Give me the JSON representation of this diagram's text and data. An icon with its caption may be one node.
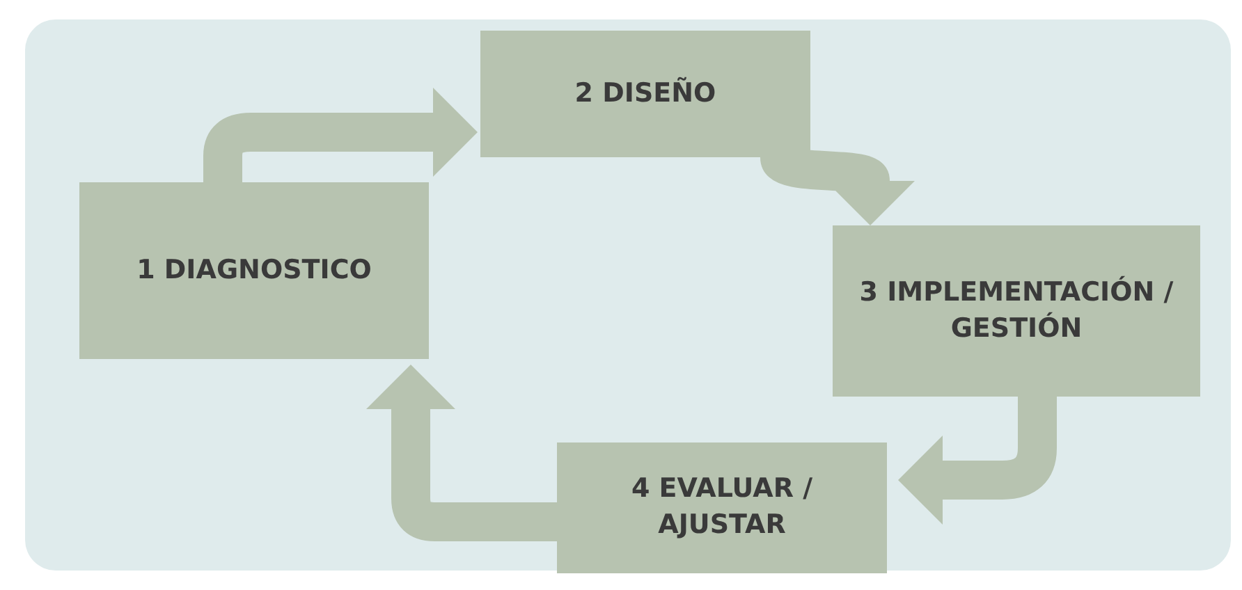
{
  "diagram": {
    "nodes": [
      {
        "text": [
          "1 DIAGNOSTICO"
        ]
      },
      {
        "text": [
          "2 DISEÑO"
        ]
      },
      {
        "text": [
          "3 IMPLEMENTACIÓN / GESTIÓN"
        ]
      },
      {
        "text": [
          "4 EVALUAR / AJUSTAR"
        ]
      }
    ],
    "edges": [
      {
        "from": 0,
        "to": 1,
        "arrow": "to"
      },
      {
        "from": 1,
        "to": 2,
        "arrow": "to"
      },
      {
        "from": 2,
        "to": 3,
        "arrow": "to"
      },
      {
        "from": 3,
        "to": 0,
        "arrow": "to"
      }
    ]
  }
}
